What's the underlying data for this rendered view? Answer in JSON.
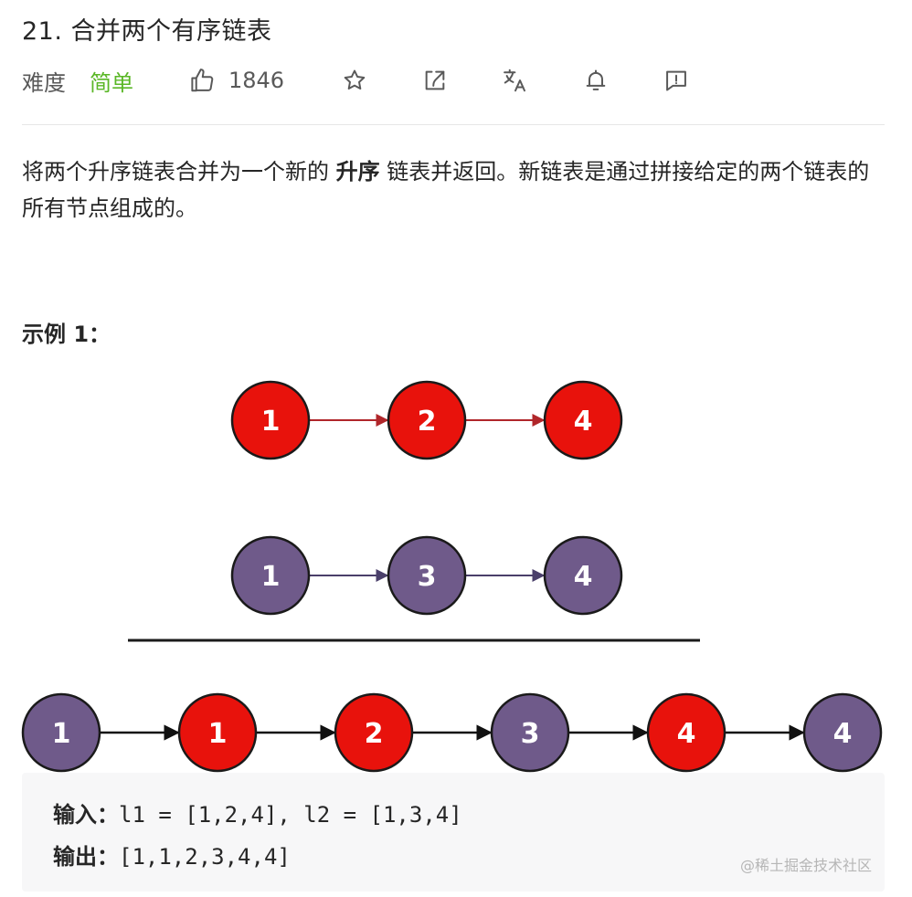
{
  "title": "21. 合并两个有序链表",
  "meta": {
    "difficulty_label": "难度",
    "difficulty_value": "简单",
    "likes": "1846",
    "icons": [
      "thumbs-up-icon",
      "star-icon",
      "share-icon",
      "translate-icon",
      "bell-icon",
      "feedback-icon"
    ]
  },
  "description": {
    "part1": "将两个升序链表合并为一个新的 ",
    "bold": "升序",
    "part2": " 链表并返回。新链表是通过拼接给定的两个链表的所有节点组成的。"
  },
  "example": {
    "title": "示例 1：",
    "input_label": "输入：",
    "input_value": "l1 = [1,2,4], l2 = [1,3,4]",
    "output_label": "输出：",
    "output_value": "[1,1,2,3,4,4]"
  },
  "diagram": {
    "colors": {
      "red": "#e8120c",
      "purple": "#6f5a8a",
      "stroke": "#1a1a1a",
      "red_arrow": "#b0262a",
      "purple_arrow": "#4a3f6a"
    },
    "list1": [
      "1",
      "2",
      "4"
    ],
    "list2": [
      "1",
      "3",
      "4"
    ],
    "merged": [
      {
        "value": "1",
        "color": "purple"
      },
      {
        "value": "1",
        "color": "red"
      },
      {
        "value": "2",
        "color": "red"
      },
      {
        "value": "3",
        "color": "purple"
      },
      {
        "value": "4",
        "color": "red"
      },
      {
        "value": "4",
        "color": "purple"
      }
    ]
  },
  "watermark": "@稀土掘金技术社区"
}
